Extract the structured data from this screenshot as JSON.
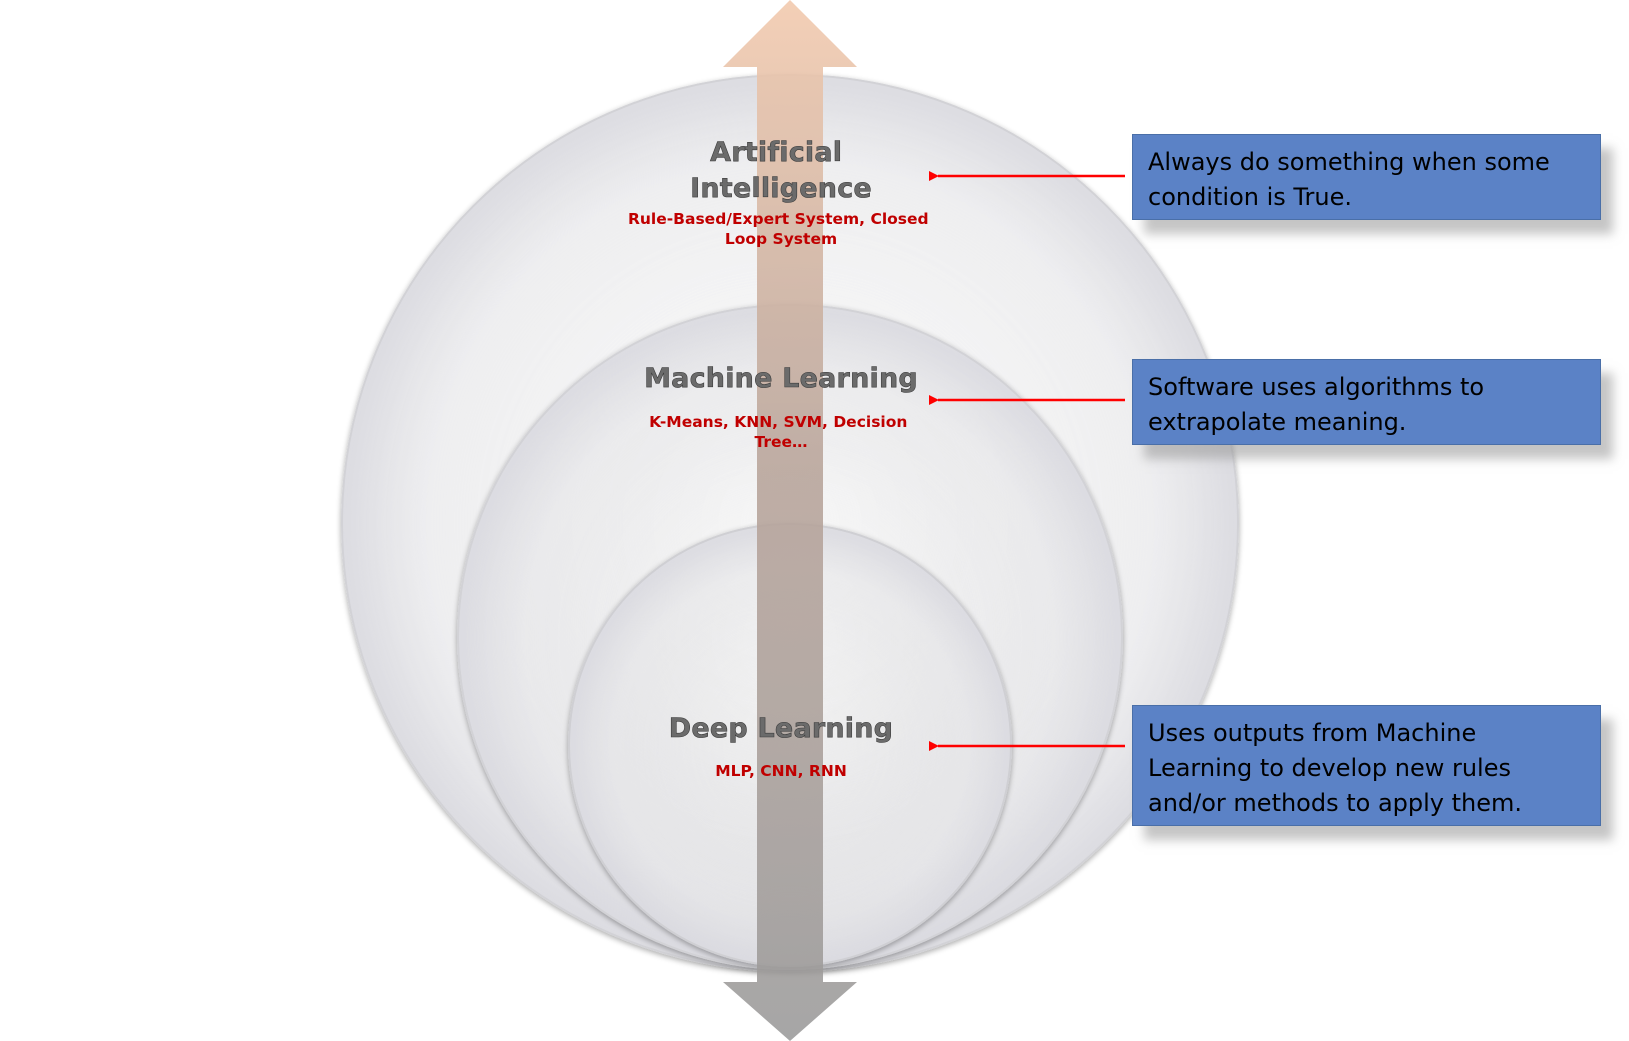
{
  "layers": [
    {
      "title_lines": [
        "Artificial",
        "Intelligence"
      ],
      "examples_lines": [
        "Rule-Based/Expert System, Closed",
        "Loop System"
      ],
      "description": "Always do something when some condition is True."
    },
    {
      "title_lines": [
        "Machine Learning"
      ],
      "examples_lines": [
        "K-Means, KNN, SVM, Decision",
        "Tree…"
      ],
      "description": "Software uses algorithms to extrapolate meaning."
    },
    {
      "title_lines": [
        "Deep Learning"
      ],
      "examples_lines": [
        "MLP, CNN, RNN"
      ],
      "description": "Uses outputs from Machine Learning to develop new rules and/or methods to apply them."
    }
  ],
  "colors": {
    "description_box": "#5b82c6",
    "examples_text": "#c00000",
    "pointer_arrow": "#ff0000",
    "axis_arrow_top": "#f2c9ad",
    "axis_arrow_bottom": "#9a9a9a"
  }
}
